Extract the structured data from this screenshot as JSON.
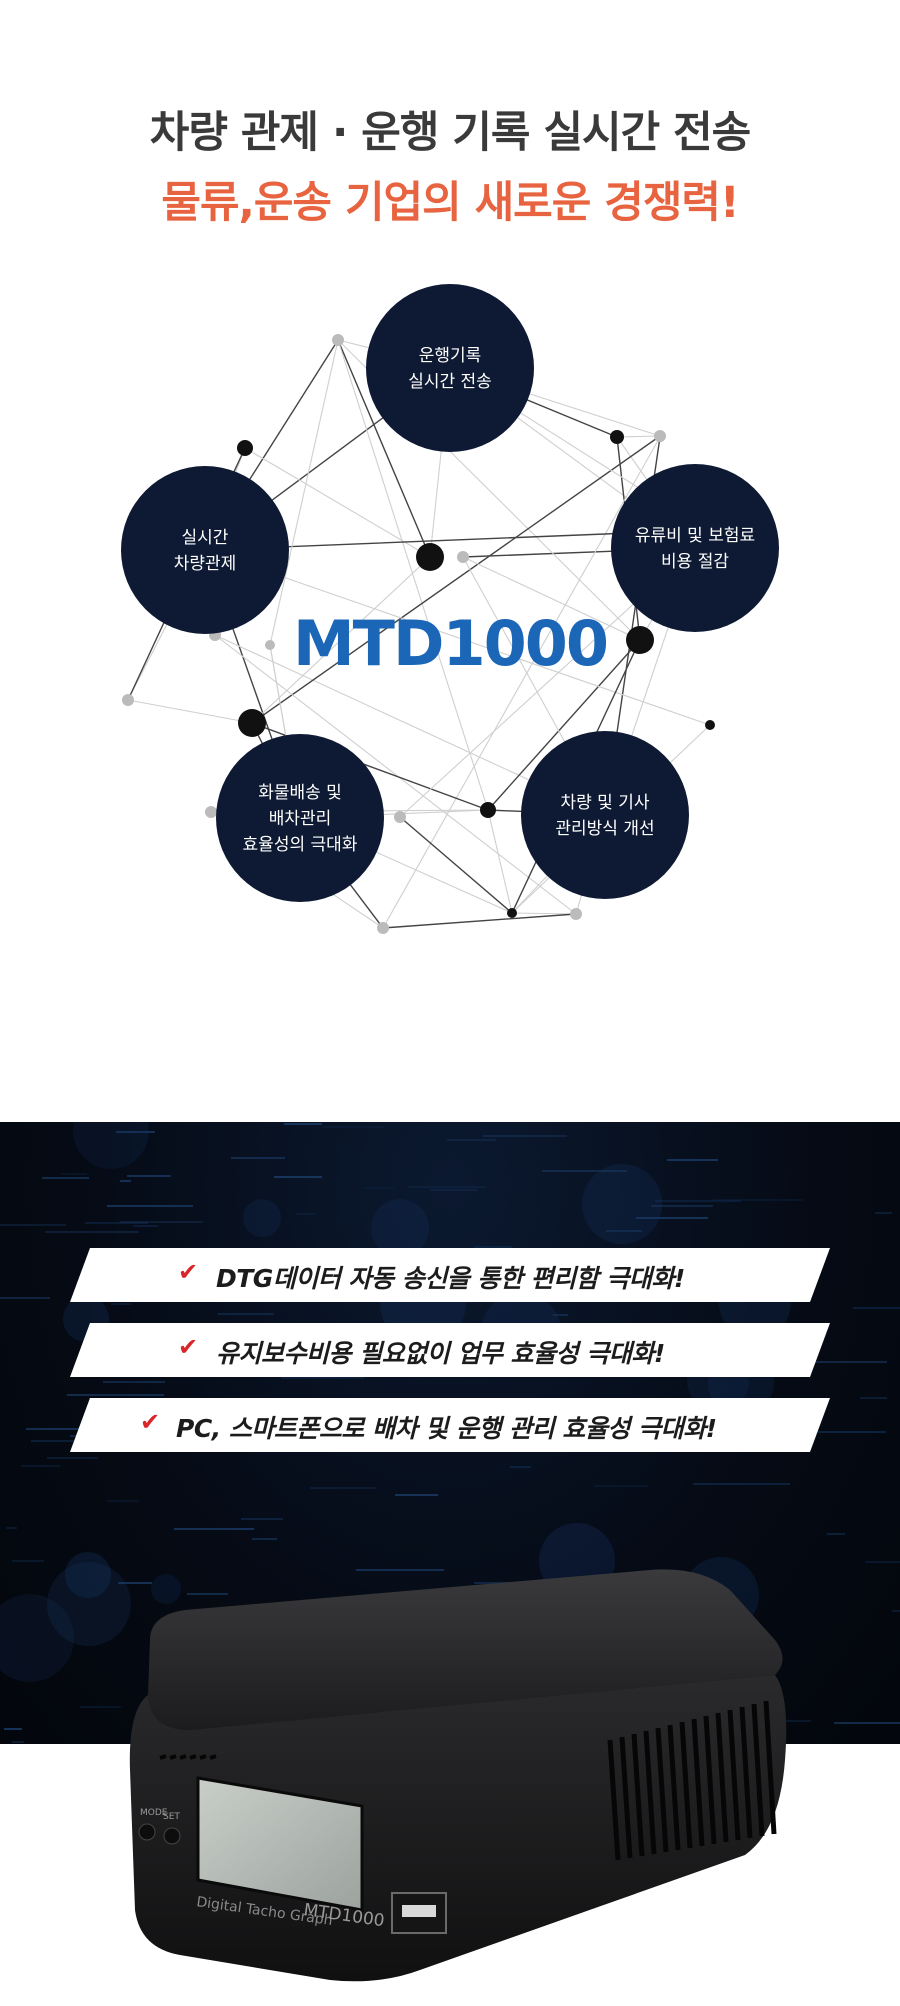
{
  "headline": {
    "line1": "차량 관제 · 운행 기록 실시간 전송",
    "line2": "물류,운송 기업의 새로운 경쟁력!"
  },
  "network": {
    "center_label": "MTD1000",
    "center_color": "#1b66b6",
    "node_color": "#0e1a33",
    "nodes": [
      {
        "lines": [
          "운행기록",
          "실시간 전송"
        ]
      },
      {
        "lines": [
          "실시간",
          "차량관제"
        ]
      },
      {
        "lines": [
          "유류비 및 보험료",
          "비용 절감"
        ]
      },
      {
        "lines": [
          "화물배송 및",
          "배차관리",
          "효율성의 극대화"
        ]
      },
      {
        "lines": [
          "차량 및 기사",
          "관리방식 개선"
        ]
      }
    ]
  },
  "features": {
    "check_icon": "check-icon",
    "check_color": "#d8262b",
    "items": [
      "DTG데이터 자동 송신을 통한 편리함 극대화!",
      "유지보수비용 필요없이 업무 효율성 극대화!",
      "PC, 스마트폰으로 배차 및 운행 관리 효율성 극대화!"
    ]
  },
  "device": {
    "brand_text": "Digital Tacho Graph",
    "model_text": "MTD1000",
    "button_labels": [
      "MODE",
      "SET"
    ]
  }
}
